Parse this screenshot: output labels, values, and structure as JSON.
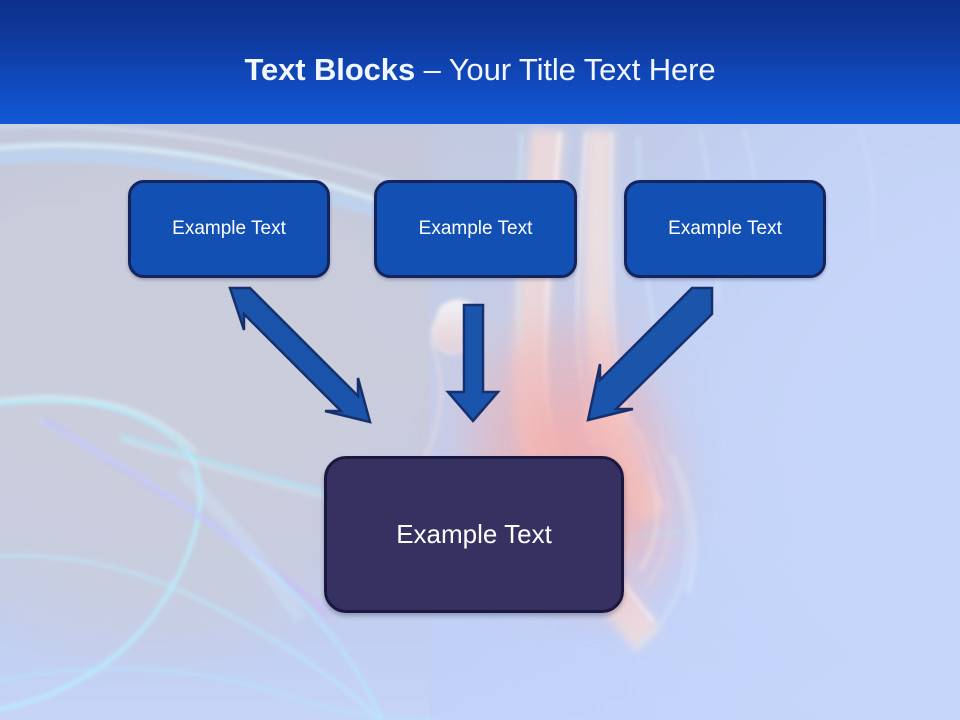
{
  "slide": {
    "title": {
      "bold_part": "Text Blocks",
      "separator": " – ",
      "light_part": "Your Title Text Here",
      "full": "Text Blocks – Your Title Text Here"
    },
    "colors": {
      "header_top": "#0d2f8b",
      "header_bottom": "#1158d6",
      "box_fill": "#1250b4",
      "box_border": "#15255c",
      "main_box_fill": "#373162",
      "main_box_border": "#1b1840",
      "arrow_fill": "#1a54ab",
      "arrow_border": "#16306e",
      "text": "#ffffff",
      "background_lavender": "#c6d4f6",
      "background_grey": "#cacddb",
      "glow_cyan": "#aef0ff",
      "glow_red": "#f3aaa8"
    },
    "top_boxes": [
      {
        "label": "Example Text"
      },
      {
        "label": "Example Text"
      },
      {
        "label": "Example Text"
      }
    ],
    "main_box": {
      "label": "Example Text"
    },
    "arrows": [
      {
        "name": "arrow-left-diagonal",
        "direction": "down-right"
      },
      {
        "name": "arrow-center-vertical",
        "direction": "down"
      },
      {
        "name": "arrow-right-diagonal",
        "direction": "down-left"
      }
    ],
    "background": {
      "description": "abstract anatomical x-ray artwork with glowing cyan contour lines and a red-pink glow near the knee joint"
    }
  }
}
